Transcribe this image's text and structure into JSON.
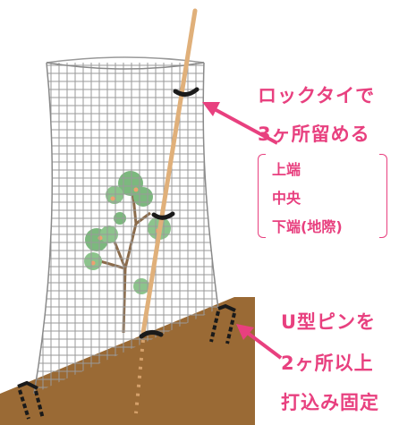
{
  "colors": {
    "accent": "#e8407f",
    "ground": "#9a6a35",
    "net": "#9a9a9a",
    "stake": "#e0b07a",
    "tie": "#1a1a1a"
  },
  "labels": {
    "tie_line1": "ロックタイで",
    "tie_line2": "3ヶ所留める",
    "pos_top": "上端",
    "pos_mid": "中央",
    "pos_bottom": "下端(地際)",
    "pin_line1": "U型ピンを",
    "pin_line2": "2ヶ所以上",
    "pin_line3": "打込み固定"
  }
}
